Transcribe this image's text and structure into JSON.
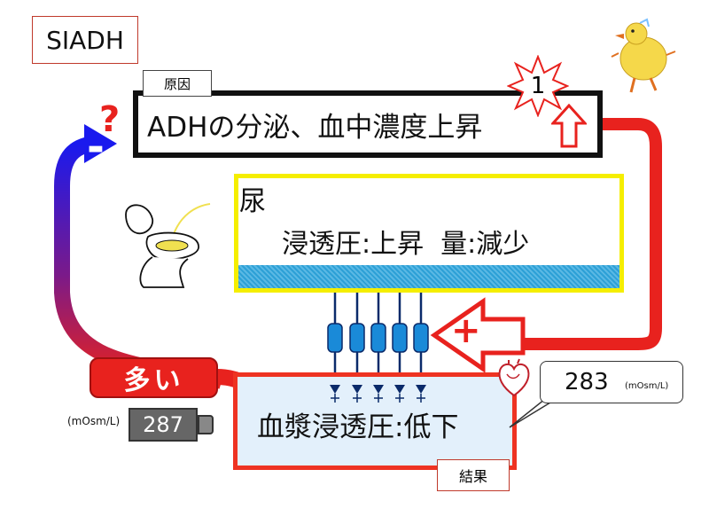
{
  "title": "SIADH",
  "cause": {
    "label": "原因",
    "text": "ADHの分泌、血中濃度上昇",
    "burst_number": "1"
  },
  "urine": {
    "title": "尿",
    "detail": "浸透圧:上昇  量:減少"
  },
  "result": {
    "label": "結果",
    "text": "血漿浸透圧:低下"
  },
  "intake": {
    "label": "多い",
    "value": "287",
    "unit": "(mOsm/L)"
  },
  "callout": {
    "value": "283",
    "unit": "(mOsm/L)"
  },
  "symbols": {
    "question": "?",
    "minus": "-",
    "plus": "+"
  },
  "colors": {
    "red": "#e8221e",
    "blue": "#1a1aee",
    "yellow": "#f5ee00",
    "black": "#111111",
    "light_blue": "#e3f0fb"
  },
  "icons": [
    "toilet-icon",
    "chick-icon",
    "heart-icon",
    "burst-icon",
    "up-arrow-icon",
    "battery-icon"
  ]
}
